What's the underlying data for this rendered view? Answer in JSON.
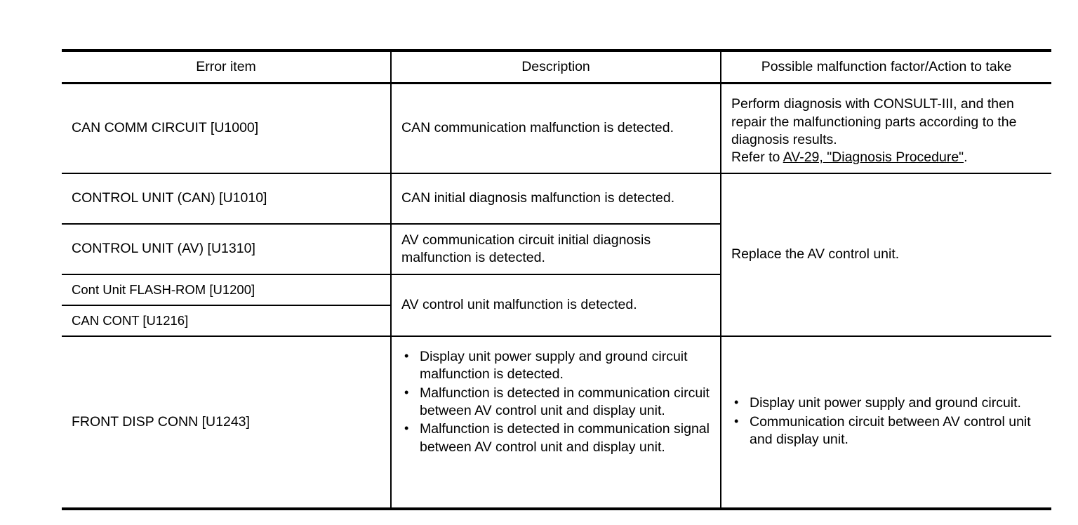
{
  "table": {
    "headers": {
      "error_item": "Error item",
      "description": "Description",
      "action": "Possible malfunction factor/Action to take"
    },
    "rows": [
      {
        "item": "CAN COMM CIRCUIT [U1000]",
        "description": "CAN communication malfunction is detected.",
        "action_lines": [
          "Perform diagnosis with CONSULT-III, and then repair the malfunctioning parts according to the diagnosis results."
        ],
        "action_refer_prefix": "Refer to ",
        "action_refer_link": "AV-29, \"Diagnosis  Procedure\"",
        "action_refer_suffix": "."
      },
      {
        "item": "CONTROL UNIT (CAN) [U1010]",
        "description": "CAN initial diagnosis malfunction is detected.",
        "action": "Replace the AV control unit."
      },
      {
        "item": "CONTROL UNIT (AV) [U1310]",
        "description": "AV communication circuit initial diagnosis malfunction is detected."
      },
      {
        "item": "Cont Unit FLASH-ROM [U1200]",
        "description": "AV control unit malfunction is detected."
      },
      {
        "item": "CAN CONT [U1216]"
      },
      {
        "item": "FRONT DISP CONN [U1243]",
        "description_bullets": [
          "Display unit power supply and ground circuit malfunction is detected.",
          "Malfunction is detected in communication circuit between AV control unit and display unit.",
          "Malfunction is detected in communication signal between AV control unit and display unit."
        ],
        "action_bullets": [
          "Display unit power supply and ground circuit.",
          "Communication circuit between AV control unit and display unit."
        ]
      }
    ]
  }
}
